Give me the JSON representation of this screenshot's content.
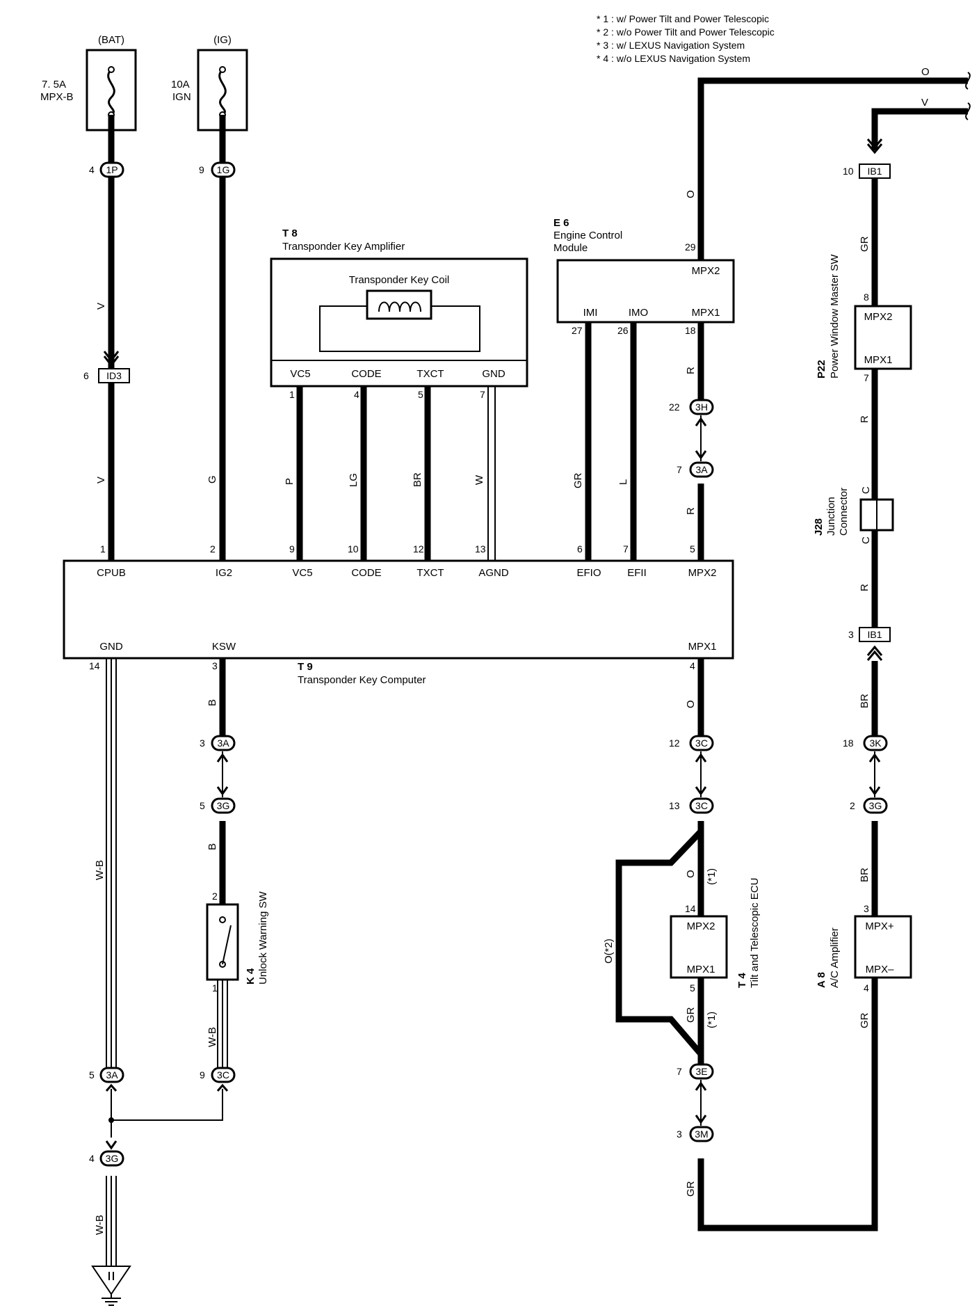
{
  "notes": [
    "* 1 : w/ Power Tilt and Power Telescopic",
    "* 2 : w/o Power Tilt and Power Telescopic",
    "* 3 : w/ LEXUS Navigation System",
    "* 4 : w/o LEXUS Navigation System"
  ],
  "fuses": {
    "bat": {
      "source": "(BAT)",
      "rating": "7. 5A",
      "name": "MPX-B"
    },
    "ig": {
      "source": "(IG)",
      "rating": "10A",
      "name": "IGN"
    }
  },
  "components": {
    "t8": {
      "id": "T 8",
      "name": "Transponder Key Amplifier",
      "coil": "Transponder Key Coil",
      "pins": [
        "VC5",
        "CODE",
        "TXCT",
        "GND"
      ]
    },
    "e6": {
      "id": "E 6",
      "name1": "Engine Control",
      "name2": "Module",
      "pins": [
        "MPX2",
        "IMI",
        "IMO",
        "MPX1"
      ]
    },
    "t9": {
      "id": "T 9",
      "name": "Transponder Key Computer",
      "top_pins": [
        "CPUB",
        "IG2",
        "VC5",
        "CODE",
        "TXCT",
        "AGND",
        "EFIO",
        "EFII",
        "MPX2"
      ],
      "bottom_pins": [
        "GND",
        "KSW",
        "MPX1"
      ]
    },
    "p22": {
      "id": "P22",
      "name": "Power Window Master SW",
      "pins": [
        "MPX2",
        "MPX1"
      ]
    },
    "j28": {
      "id": "J28",
      "name1": "Junction",
      "name2": "Connector",
      "pin": "C"
    },
    "k4": {
      "id": "K 4",
      "name": "Unlock Warning SW"
    },
    "t4": {
      "id": "T 4",
      "name": "Tilt and Telescopic ECU",
      "pins": [
        "MPX2",
        "MPX1"
      ]
    },
    "a8": {
      "id": "A 8",
      "name": "A/C Amplifier",
      "pins": [
        "MPX+",
        "MPX–"
      ]
    }
  },
  "connectors": {
    "c1P": "1P",
    "c1G": "1G",
    "cID3": "ID3",
    "c3H": "3H",
    "c3A": "3A",
    "c3G": "3G",
    "c3C": "3C",
    "c3E": "3E",
    "c3M": "3M",
    "c3K": "3K",
    "cIB1": "IB1"
  },
  "pin_numbers": {
    "p4": "4",
    "p9": "9",
    "p6": "6",
    "p1": "1",
    "p2": "2",
    "p10": "10",
    "p12": "12",
    "p13": "13",
    "p5": "5",
    "p7": "7",
    "p27": "27",
    "p26": "26",
    "p18": "18",
    "p29": "29",
    "p22": "22",
    "p14": "14",
    "p3": "3",
    "p8": "8",
    "p18b": "18"
  },
  "wire_colors": {
    "V": "V",
    "G": "G",
    "P": "P",
    "LG": "LG",
    "BR": "BR",
    "W": "W",
    "GR": "GR",
    "L": "L",
    "R": "R",
    "O": "O",
    "B": "B",
    "WB": "W-B",
    "O2": "O(*2)",
    "s1": "(*1)"
  }
}
